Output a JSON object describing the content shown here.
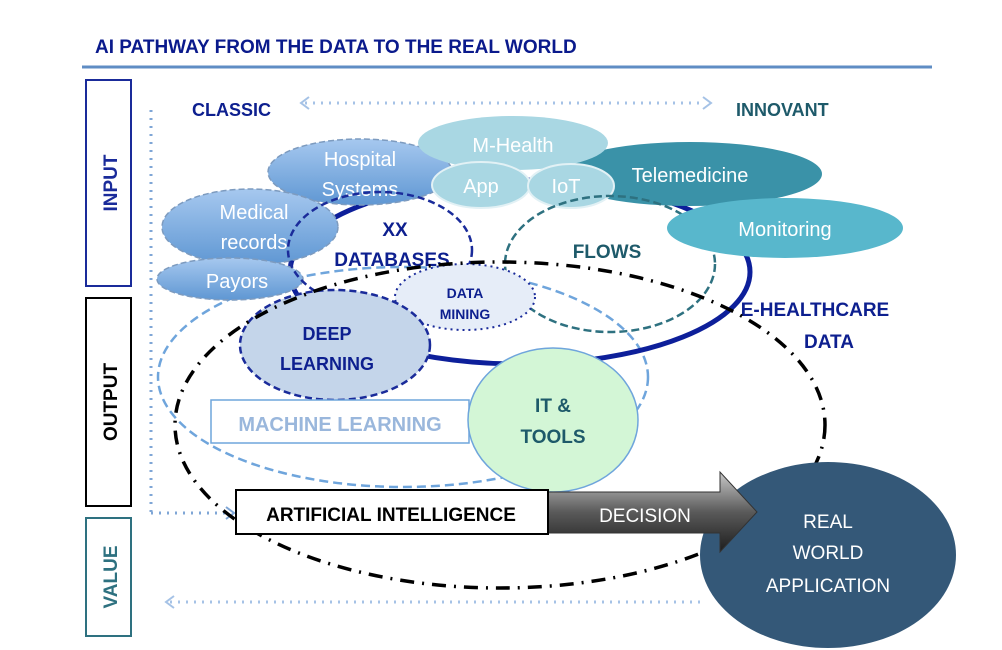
{
  "title": "AI PATHWAY FROM THE DATA TO THE REAL WORLD",
  "side_labels": {
    "input": "INPUT",
    "output": "OUTPUT",
    "value": "VALUE"
  },
  "axis": {
    "left": "CLASSIC",
    "right": "INNOVANT"
  },
  "sources": {
    "hospital_1": "Hospital",
    "hospital_2": "Systems",
    "medical_1": "Medical",
    "medical_2": "records",
    "payors": "Payors",
    "mhealth": "M-Health",
    "app": "App",
    "iot": "IoT",
    "telemedicine": "Telemedicine",
    "monitoring": "Monitoring"
  },
  "core": {
    "xx": "XX",
    "databases": "DATABASES",
    "flows": "FLOWS",
    "ehealth_1": "E-HEALTHCARE",
    "ehealth_2": "DATA",
    "mining_1": "DATA",
    "mining_2": "MINING",
    "deep_1": "DEEP",
    "deep_2": "LEARNING",
    "ml": "MACHINE LEARNING",
    "it_1": "IT &",
    "it_2": "TOOLS",
    "ai": "ARTIFICIAL INTELLIGENCE",
    "decision": "DECISION",
    "rw_1": "REAL",
    "rw_2": "WORLD",
    "rw_3": "APPLICATION"
  },
  "colors": {
    "title": "#0a1a8c",
    "navy": "#0d1f8f",
    "teal": "#1e5a6a",
    "classic_fill": "#6fa5dc",
    "mhealth_fill": "#a9d7e3",
    "tele_fill": "#3a92a8",
    "monitor_fill": "#58b7cc",
    "it_fill": "#d3f6d6",
    "rw_fill": "#345878",
    "ml_text": "#9ab7dc"
  }
}
